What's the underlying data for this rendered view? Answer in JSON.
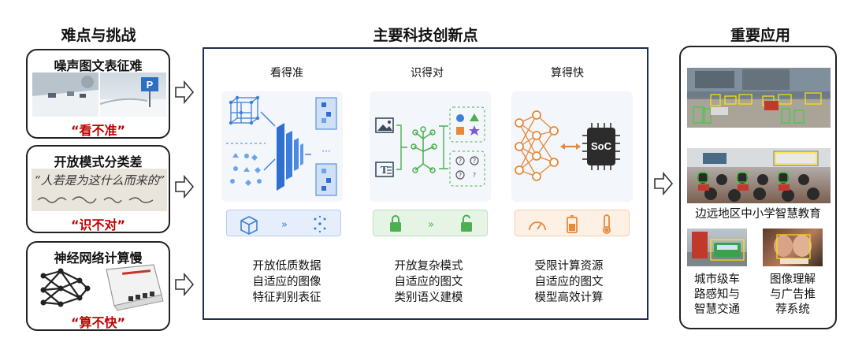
{
  "sections": {
    "challenges": "难点与挑战",
    "innovations": "主要科技创新点",
    "applications": "重要应用"
  },
  "challenges": [
    {
      "title": "噪声图文表征难",
      "tag": "“看不准”"
    },
    {
      "title": "开放模式分类差",
      "tag": "“识不对”"
    },
    {
      "title": "神经网络计算慢",
      "tag": "“算不快”"
    }
  ],
  "handwriting_text": "“人若是为这什么而来的”",
  "columns": [
    {
      "title": "看得准",
      "desc": [
        "开放低质数据",
        "自适应的图像",
        "特征判别表征"
      ]
    },
    {
      "title": "识得对",
      "desc": [
        "开放复杂模式",
        "自适应的图文",
        "类别语义建模"
      ]
    },
    {
      "title": "算得快",
      "desc": [
        "受限计算资源",
        "自适应的图文",
        "模型高效计算"
      ]
    }
  ],
  "chip_label": "SoC",
  "applications": {
    "edu": "边远地区中小学智慧教育",
    "traffic": [
      "城市级车",
      "路感知与",
      "智慧交通"
    ],
    "ads": [
      "图像理解",
      "与广告推",
      "荐系统"
    ]
  },
  "colors": {
    "blue": "#3f7fd6",
    "green": "#4caf50",
    "orange": "#e8893a",
    "red": "#c00000"
  }
}
